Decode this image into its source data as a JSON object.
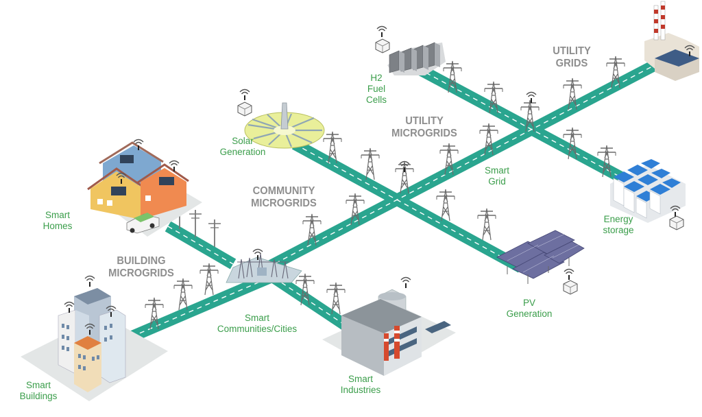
{
  "colors": {
    "road": "#2aa58f",
    "road_dash": "#ffffff",
    "node_label": "#3a9d4a",
    "grid_label": "#8e8e8e",
    "tower": "#6a6a6a"
  },
  "labels": {
    "smart_homes": [
      "Smart",
      "Homes"
    ],
    "smart_buildings": [
      "Smart",
      "Buildings"
    ],
    "smart_communities": [
      "Smart",
      "Communities/Cities"
    ],
    "smart_industries": [
      "Smart",
      "Industries"
    ],
    "solar_generation": [
      "Solar",
      "Generation"
    ],
    "h2_fuel_cells": [
      "H2",
      "Fuel",
      "Cells"
    ],
    "smart_grid": [
      "Smart",
      "Grid"
    ],
    "energy_storage": [
      "Energy",
      "storage"
    ],
    "pv_generation": [
      "PV",
      "Generation"
    ]
  },
  "grid_levels": {
    "building": [
      "BUILDING",
      "MICROGRIDS"
    ],
    "community": [
      "COMMUNITY",
      "MICROGRIDS"
    ],
    "utility_micro": [
      "UTILITY",
      "MICROGRIDS"
    ],
    "utility": [
      "UTILITY",
      "GRIDS"
    ]
  },
  "icons": {
    "wifi": "wifi-icon",
    "tower": "transmission-tower-icon",
    "pole": "utility-pole-icon",
    "meter": "smart-meter-icon"
  }
}
